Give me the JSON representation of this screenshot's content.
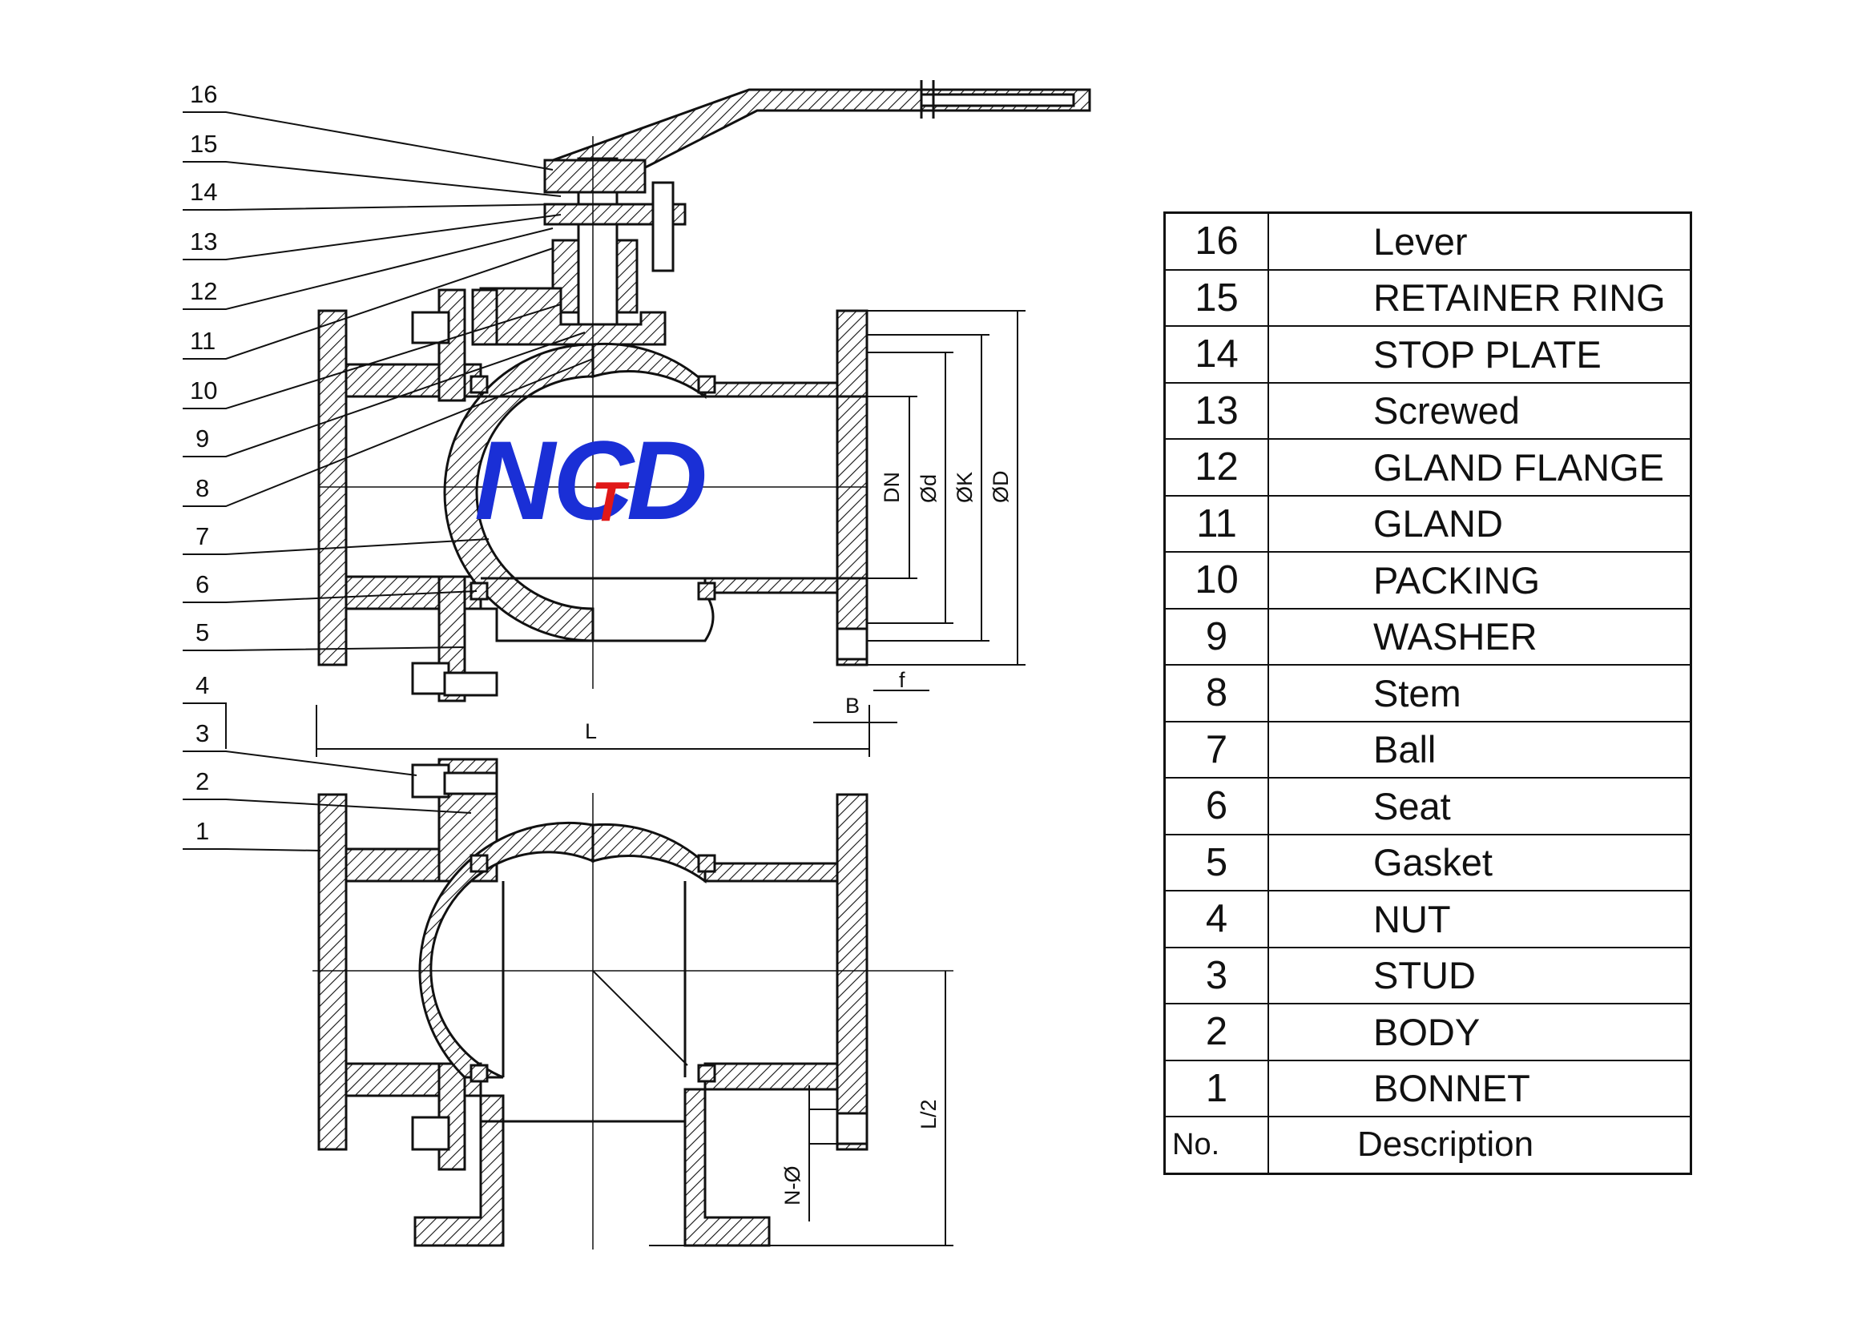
{
  "callouts": [
    "16",
    "15",
    "14",
    "13",
    "12",
    "11",
    "10",
    "9",
    "8",
    "7",
    "6",
    "5",
    "4",
    "3",
    "2",
    "1"
  ],
  "dimensions": {
    "dn": "DN",
    "d_small": "Ød",
    "k": "ØK",
    "d_large": "ØD",
    "b": "B",
    "f": "f",
    "l": "L",
    "l_half": "L/2",
    "n_holes": "N-Ø"
  },
  "logo": {
    "text_left": "N",
    "text_small": "T",
    "text_middle": "C",
    "text_right": "D",
    "colors": {
      "blue": "#1a2fd6",
      "red": "#e01818"
    }
  },
  "parts_table": {
    "header": {
      "no": "No.",
      "description": "Description"
    },
    "rows": [
      {
        "no": "16",
        "description": "Lever"
      },
      {
        "no": "15",
        "description": "RETAINER RING"
      },
      {
        "no": "14",
        "description": "STOP PLATE"
      },
      {
        "no": "13",
        "description": "Screwed"
      },
      {
        "no": "12",
        "description": "GLAND FLANGE"
      },
      {
        "no": "11",
        "description": "GLAND"
      },
      {
        "no": "10",
        "description": "PACKING"
      },
      {
        "no": "9",
        "description": "WASHER"
      },
      {
        "no": "8",
        "description": "Stem"
      },
      {
        "no": "7",
        "description": "Ball"
      },
      {
        "no": "6",
        "description": "Seat"
      },
      {
        "no": "5",
        "description": "Gasket"
      },
      {
        "no": "4",
        "description": "NUT"
      },
      {
        "no": "3",
        "description": "STUD"
      },
      {
        "no": "2",
        "description": "BODY"
      },
      {
        "no": "1",
        "description": "BONNET"
      }
    ]
  }
}
